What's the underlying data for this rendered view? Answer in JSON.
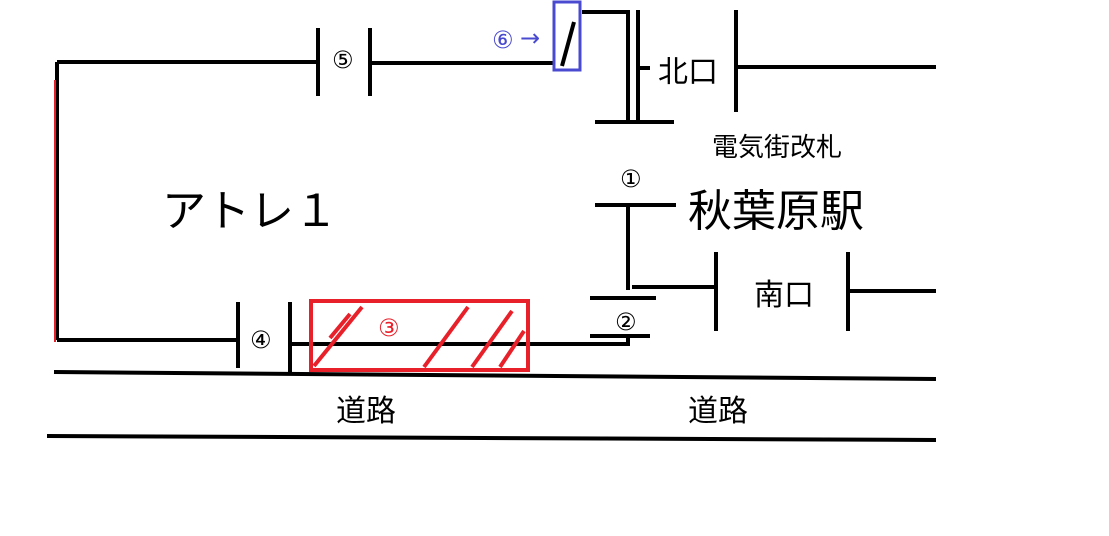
{
  "labels": {
    "atre": "アトレ１",
    "station": "秋葉原駅",
    "north_exit": "北口",
    "south_exit": "南口",
    "denkigai_gate": "電気街改札",
    "road_left": "道路",
    "road_right": "道路"
  },
  "markers": {
    "m1": "①",
    "m2": "②",
    "m3": "③",
    "m4": "④",
    "m5": "⑤",
    "m6": "⑥",
    "m6_arrow": "→"
  },
  "colors": {
    "line": "#000000",
    "highlight_red": "#e8202a",
    "highlight_blue": "#4a4ad0",
    "background": "#ffffff"
  }
}
